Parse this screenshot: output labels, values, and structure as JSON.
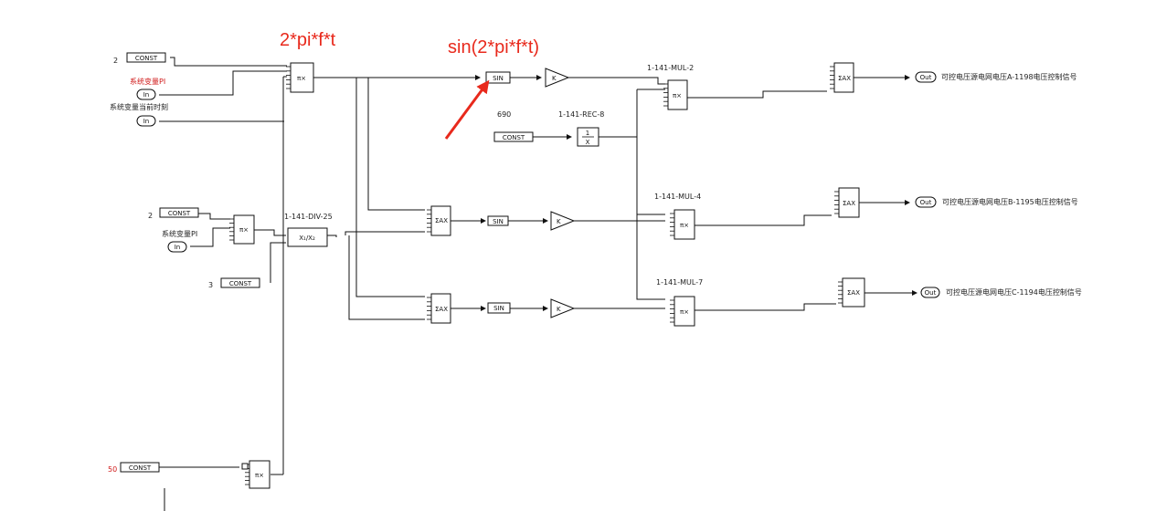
{
  "annotations": {
    "formula_1": "2*pi*f*t",
    "formula_2": "sin(2*pi*f*t)"
  },
  "inputs": {
    "const_2_top_value": "2",
    "const_2_mid_value": "2",
    "const_3_value": "3",
    "const_50_value": "50",
    "const_690_value": "690",
    "const_label": "CONST",
    "var_pi_label_top": "系统变量PI",
    "var_time_label": "系统变量当前时刻",
    "var_pi_label_mid": "系统变量PI",
    "in_label": "In"
  },
  "blocks": {
    "mul_label": "π×",
    "sum_label": "ΣAX",
    "sin_label": "SIN",
    "gain_label": "K",
    "div_label": "X₁/X₂",
    "rec_num": "1",
    "rec_den": "X",
    "mul2_title": "1-141-MUL-2",
    "mul4_title": "1-141-MUL-4",
    "mul7_title": "1-141-MUL-7",
    "div25_title": "1-141-DIV-25",
    "rec8_title": "1-141-REC-8"
  },
  "outputs": {
    "out_label": "Out",
    "out_a": "可控电压源电网电压A-1198电压控制信号",
    "out_b": "可控电压源电网电压B-1195电压控制信号",
    "out_c": "可控电压源电网电压C-1194电压控制信号"
  },
  "colors": {
    "annotation": "#e8291c",
    "highlight_label": "#d01a1a",
    "wire": "#111111"
  }
}
